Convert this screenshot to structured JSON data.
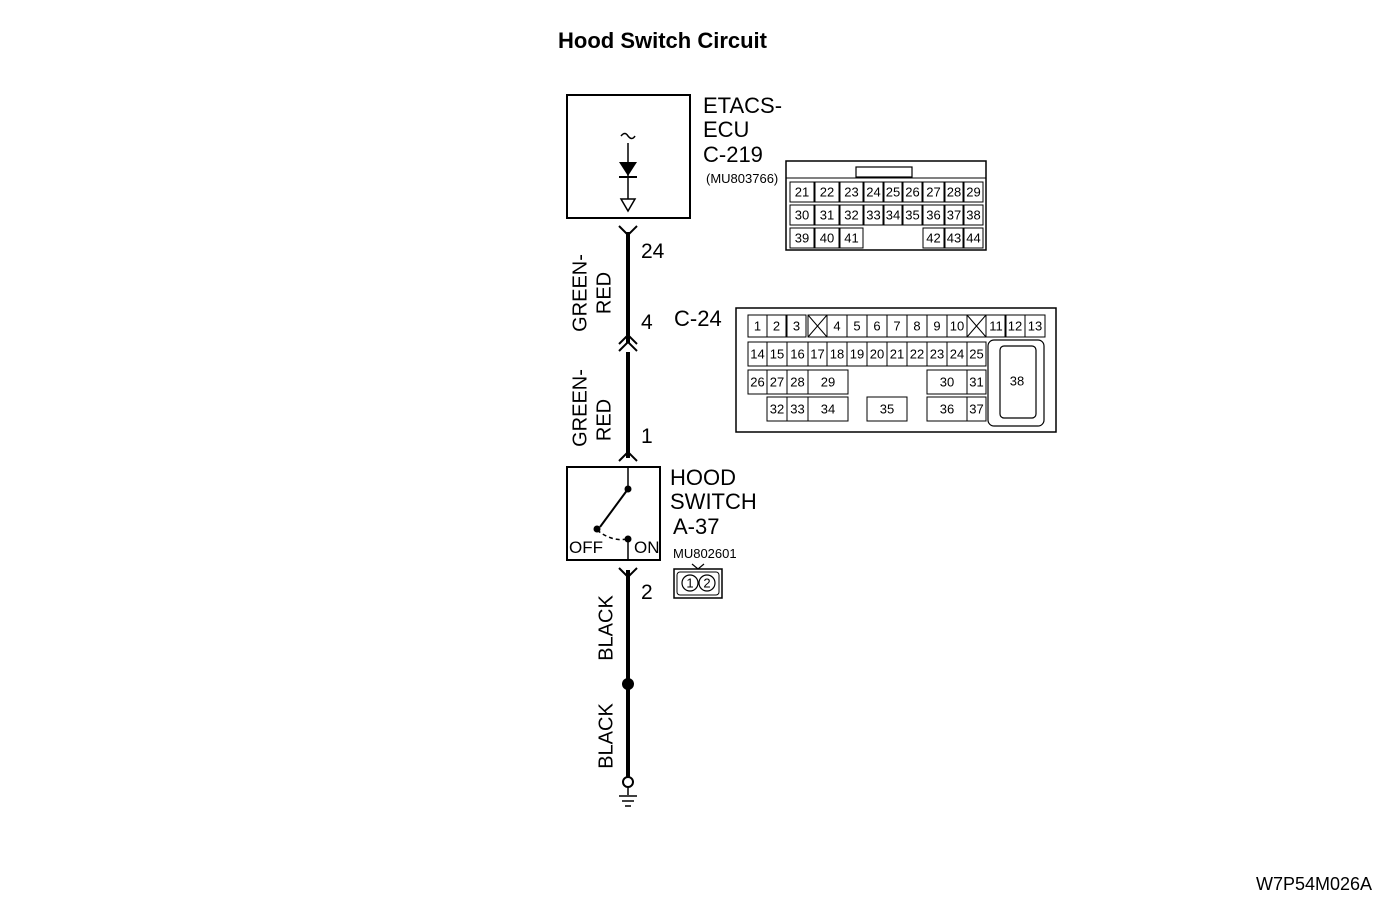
{
  "title": "Hood Switch Circuit",
  "figure_code": "W7P54M026A",
  "ecu": {
    "name_line1": "ETACS-",
    "name_line2": "ECU",
    "connector": "C-219",
    "part_number": "(MU803766)"
  },
  "ecu_connector_pins": {
    "row1": [
      "21",
      "22",
      "23",
      "24",
      "25",
      "26",
      "27",
      "28",
      "29"
    ],
    "row2": [
      "30",
      "31",
      "32",
      "33",
      "34",
      "35",
      "36",
      "37",
      "38"
    ],
    "row3_left": [
      "39",
      "40",
      "41"
    ],
    "row3_right": [
      "42",
      "43",
      "44"
    ]
  },
  "junction": {
    "connector": "C-24",
    "row1_left": [
      "1",
      "2",
      "3"
    ],
    "row1_mid": [
      "4",
      "5",
      "6",
      "7",
      "8",
      "9",
      "10"
    ],
    "row1_right": [
      "11",
      "12",
      "13"
    ],
    "row2": [
      "14",
      "15",
      "16",
      "17",
      "18",
      "19",
      "20",
      "21",
      "22",
      "23",
      "24",
      "25"
    ],
    "row3": [
      "26",
      "27",
      "28",
      "29",
      "30",
      "31"
    ],
    "row4": [
      "32",
      "33",
      "34",
      "35",
      "36",
      "37"
    ],
    "big_pin": "38"
  },
  "switch": {
    "name_line1": "HOOD",
    "name_line2": "SWITCH",
    "connector": "A-37",
    "part_number": "MU802601",
    "off_label": "OFF",
    "on_label": "ON",
    "connector_pins": [
      "1",
      "2"
    ]
  },
  "wire_pins": {
    "ecu_pin": "24",
    "junction_pin_top": "4",
    "junction_pin_bottom": "1",
    "switch_pin": "2"
  },
  "wires": {
    "upper_color_line1": "GREEN-",
    "upper_color_line2": "RED",
    "middle_color_line1": "GREEN-",
    "middle_color_line2": "RED",
    "lower_color": "BLACK",
    "ground_color": "BLACK"
  }
}
